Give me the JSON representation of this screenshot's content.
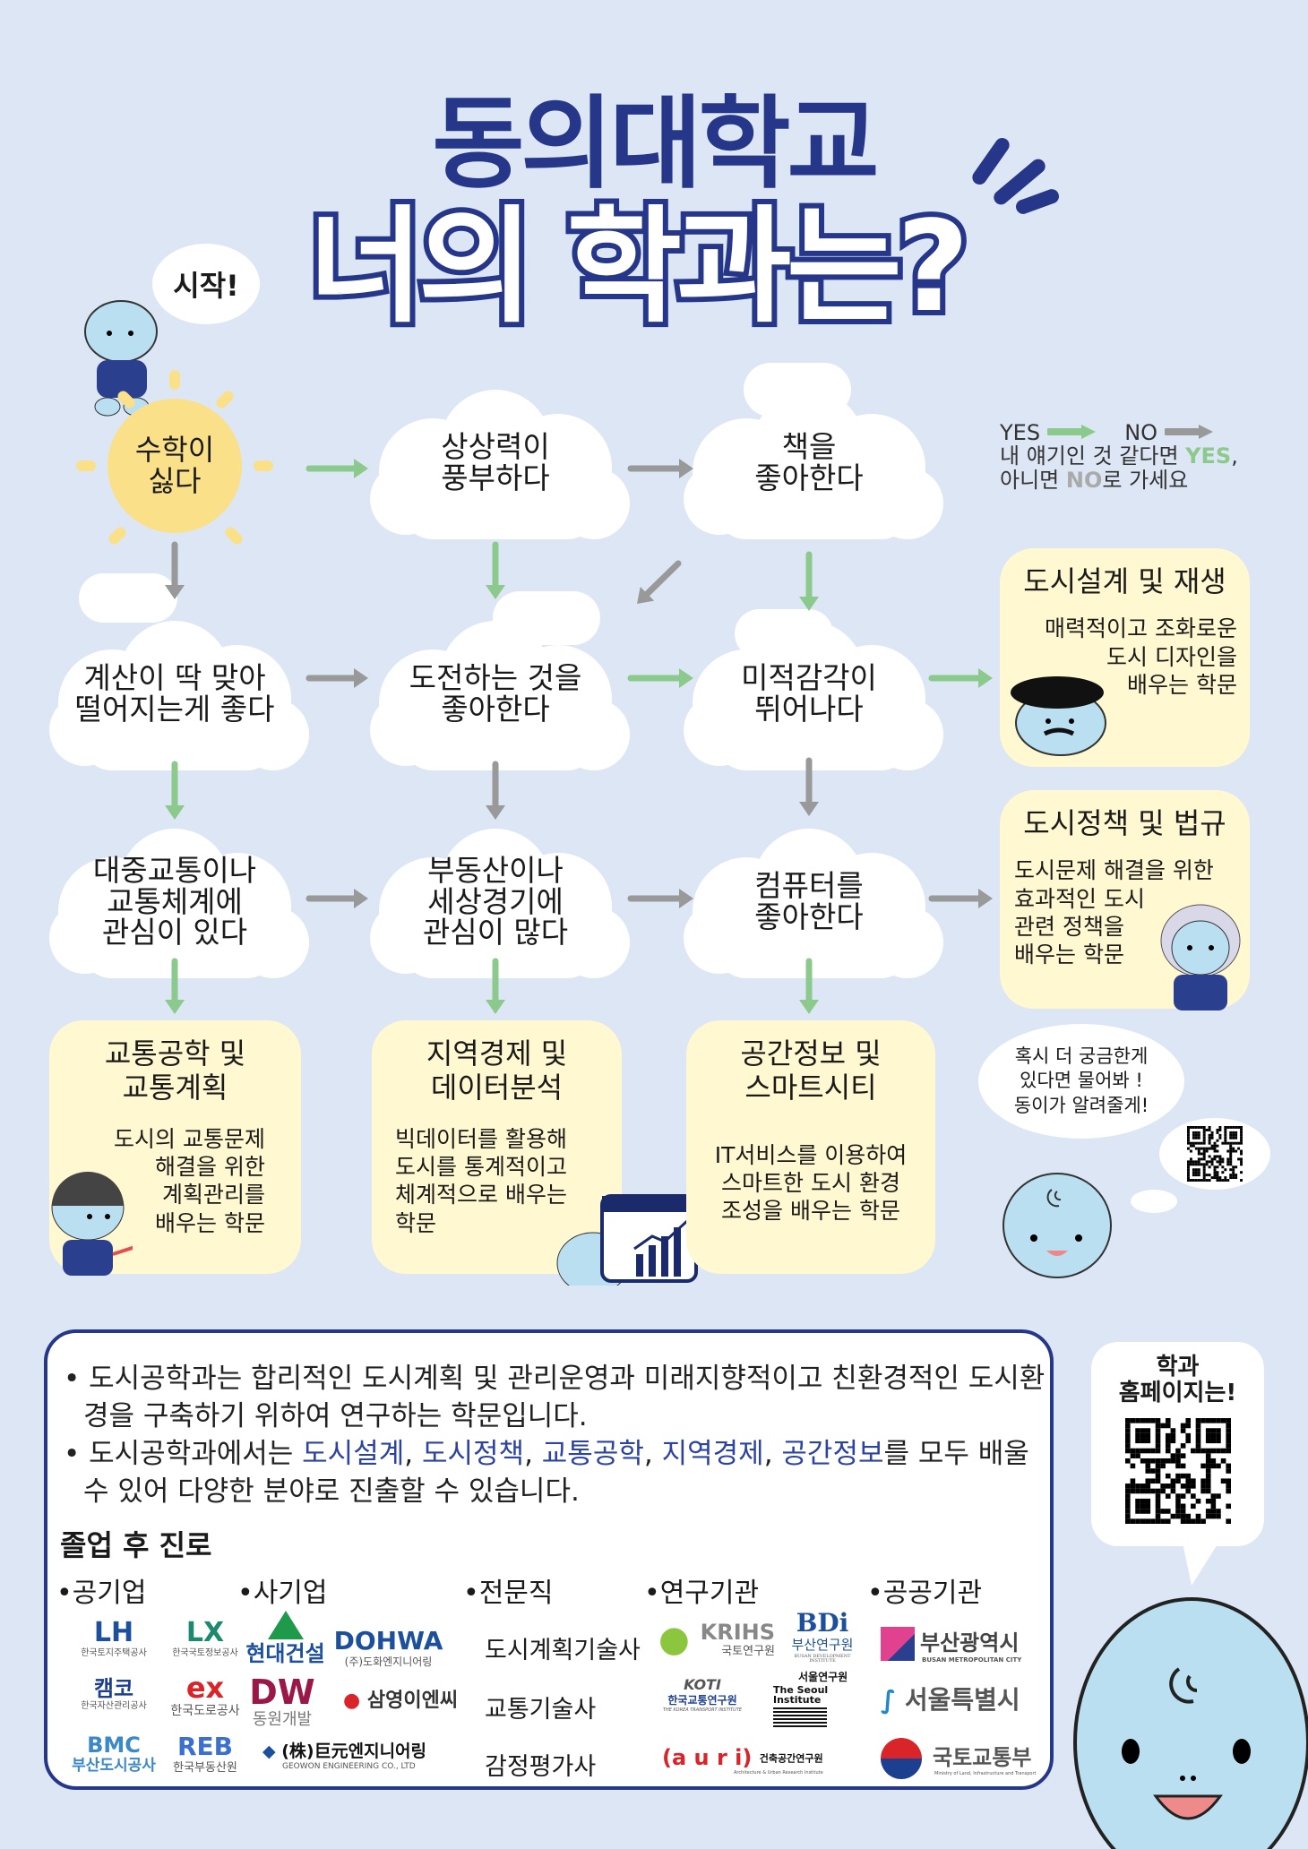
{
  "title": {
    "line1": "동의대학교",
    "line2": "너의 학과는?"
  },
  "start_label": "시작!",
  "legend": {
    "yes": "YES",
    "no": "NO",
    "line1_prefix": "내 얘기인 것 같다면 ",
    "line1_yes": "YES",
    "line1_suffix": ",",
    "line2_prefix": "아니면 ",
    "line2_no": "NO",
    "line2_suffix": "로 가세요"
  },
  "colors": {
    "yes_arrow": "#8cc98c",
    "no_arrow": "#999999",
    "navy": "#26378a",
    "result_bg": "#fff8d0",
    "sun": "#fbe08a"
  },
  "nodes": {
    "hate_math": "수학이\n싫다",
    "imaginative": "상상력이\n풍부하다",
    "like_books": "책을\n좋아한다",
    "calculation": "계산이 딱 맞아\n떨어지는게 좋다",
    "challenge": "도전하는 것을\n좋아한다",
    "aesthetic": "미적감각이\n뛰어나다",
    "transit": "대중교통이나\n교통체계에\n관심이 있다",
    "realestate": "부동산이나\n세상경기에\n관심이 많다",
    "computer": "컴퓨터를\n좋아한다"
  },
  "results": {
    "urban_design": {
      "title": "도시설계 및 재생",
      "desc": "매력적이고 조화로운\n도시 디자인을\n배우는 학문"
    },
    "urban_policy": {
      "title": "도시정책 및 법규",
      "desc": "도시문제 해결을 위한\n효과적인 도시\n관련 정책을\n배우는 학문"
    },
    "transport": {
      "title": "교통공학 및\n교통계획",
      "desc": "도시의 교통문제\n해결을 위한\n계획관리를\n배우는 학문"
    },
    "regional": {
      "title": "지역경제 및\n데이터분석",
      "desc": "빅데이터를 활용해\n도시를 통계적이고\n체계적으로 배우는\n학문"
    },
    "spatial": {
      "title": "공간정보 및\n스마트시티",
      "desc": "IT서비스를 이용하여\n스마트한 도시 환경\n조성을 배우는 학문"
    }
  },
  "ask_bubble": "혹시 더 궁금한게\n있다면 물어봐 !\n동이가 알려줄게!",
  "info": {
    "p1": "• 도시공학과는 합리적인 도시계획 및 관리운영과 미래지향적이고 친환경적인 도시환경을 구축하기 위하여 연구하는 학문입니다.",
    "p2_prefix": "• 도시공학과에서는 ",
    "p2_fields": [
      "도시설계",
      "도시정책",
      "교통공학",
      "지역경제",
      "공간정보"
    ],
    "p2_sep": ", ",
    "p2_suffix": "를 모두 배울 수 있어 다양한 분야로 진출할 수 있습니다.",
    "career_title": "졸업 후 진로",
    "categories": {
      "public_corp": "•공기업",
      "private": "•사기업",
      "professional": "•전문직",
      "research": "•연구기관",
      "government": "•공공기관"
    },
    "public_corp_logos": [
      {
        "mark": "LH",
        "name": "한국토지주택공사"
      },
      {
        "mark": "LX",
        "name": "한국국토정보공사"
      },
      {
        "mark": "캠코",
        "name": "한국자산관리공사"
      },
      {
        "mark": "ex",
        "name": "한국도로공사"
      },
      {
        "mark": "BMC",
        "name": "부산도시공사"
      },
      {
        "mark": "REB",
        "name": "한국부동산원"
      }
    ],
    "private_logos": [
      {
        "mark": "현대건설",
        "name": ""
      },
      {
        "mark": "DOHWA",
        "name": "(주)도화엔지니어링"
      },
      {
        "mark": "DW",
        "name": "동원개발"
      },
      {
        "mark": "삼영이엔씨",
        "name": ""
      },
      {
        "mark": "(株)巨元엔지니어링",
        "name": "GEOWON ENGINEERING CO., LTD"
      }
    ],
    "professions": [
      "도시계획기술사",
      "교통기술사",
      "감정평가사"
    ],
    "research_logos": [
      {
        "mark": "KRIHS",
        "name": "국토연구원"
      },
      {
        "mark": "BDi",
        "name": "부산연구원",
        "sub": "BUSAN DEVELOPMENT INSTITUTE"
      },
      {
        "mark": "KOTI",
        "name": "한국교통연구원",
        "sub": "THE KOREA TRANSPORT INSTITUTE"
      },
      {
        "mark": "서울연구원",
        "name": "The Seoul Institute"
      },
      {
        "mark": "(a u r i)",
        "name": "건축공간연구원",
        "sub": "Architecture & Urban Research Institute"
      }
    ],
    "government_logos": [
      {
        "mark": "부산광역시",
        "sub": "BUSAN METROPOLITAN CITY"
      },
      {
        "mark": "서울특별시"
      },
      {
        "mark": "국토교통부",
        "sub": "Ministry of Land, Infrastructure and Transport"
      }
    ]
  },
  "homepage_label": "학과\n홈페이지는!"
}
